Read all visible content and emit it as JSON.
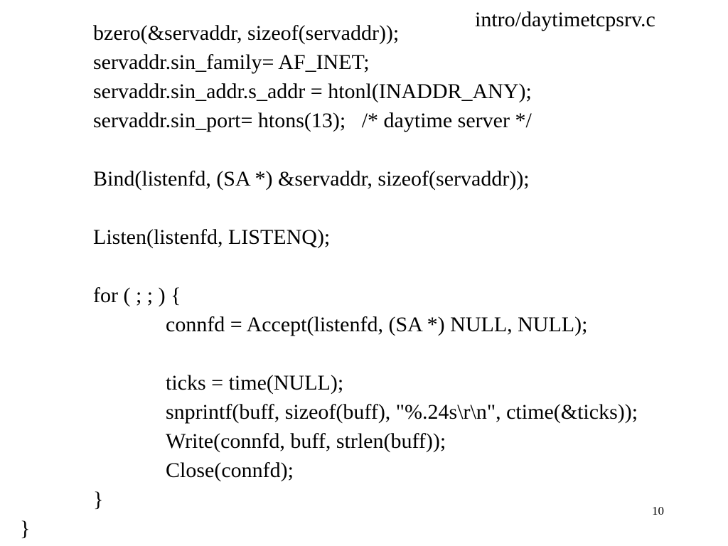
{
  "slide": {
    "filename": "intro/daytimetcpsrv.c",
    "page_number": "10",
    "code_lines": [
      "bzero(&servaddr, sizeof(servaddr));",
      "servaddr.sin_family= AF_INET;",
      "servaddr.sin_addr.s_addr = htonl(INADDR_ANY);",
      "servaddr.sin_port= htons(13);   /* daytime server */",
      "Bind(listenfd, (SA *) &servaddr, sizeof(servaddr));",
      "Listen(listenfd, LISTENQ);",
      "for ( ; ; ) {",
      "connfd = Accept(listenfd, (SA *) NULL, NULL);",
      "ticks = time(NULL);",
      "snprintf(buff, sizeof(buff), \"%.24s\\r\\n\", ctime(&ticks));",
      "Write(connfd, buff, strlen(buff));",
      "Close(connfd);",
      "}",
      "}"
    ]
  }
}
